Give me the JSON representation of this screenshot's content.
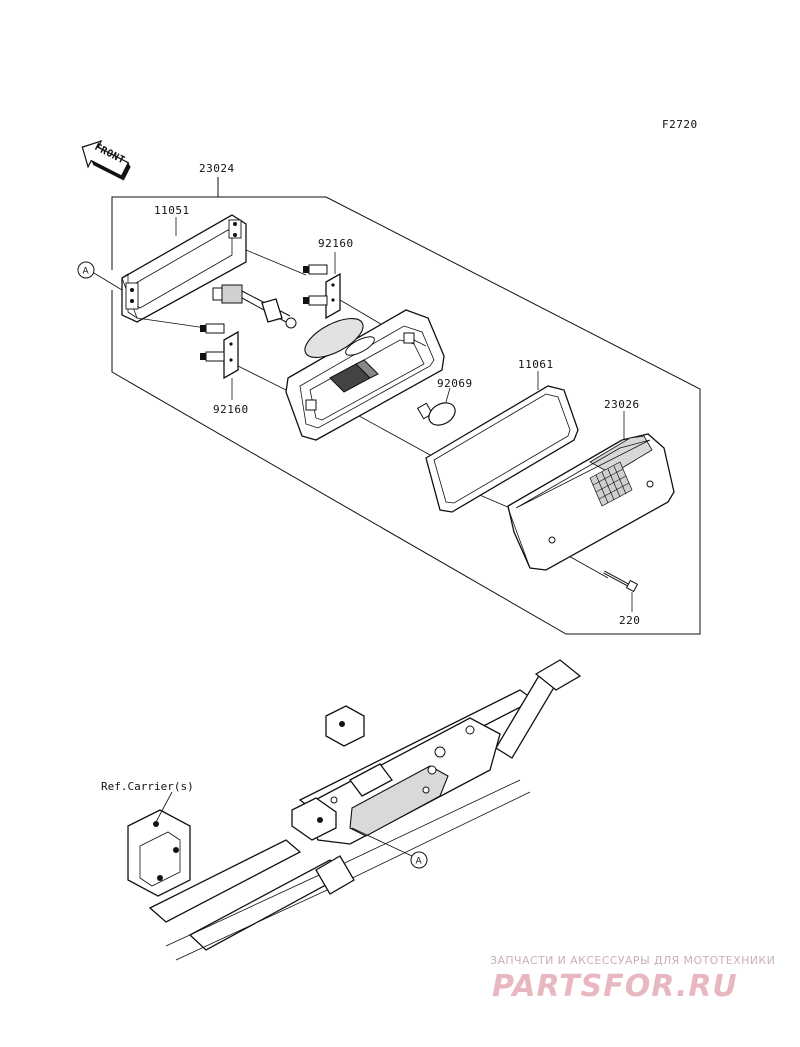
{
  "figure_code": "F2720",
  "front_label": "FRONT",
  "parts": {
    "assembly": "23024",
    "base_gasket": "11051",
    "socket_upper": "92160",
    "socket_lower": "92160",
    "bulb": "92069",
    "lens_gasket": "11061",
    "lens": "23026",
    "screw": "220"
  },
  "callout_top": "A",
  "callout_bottom": "A",
  "ref_carrier": "Ref.Carrier(s)",
  "watermark": {
    "caption": "ЗАПЧАСТИ И АКСЕССУАРЫ ДЛЯ МОТОТЕХНИКИ",
    "brand": "PARTSFOR.RU"
  }
}
